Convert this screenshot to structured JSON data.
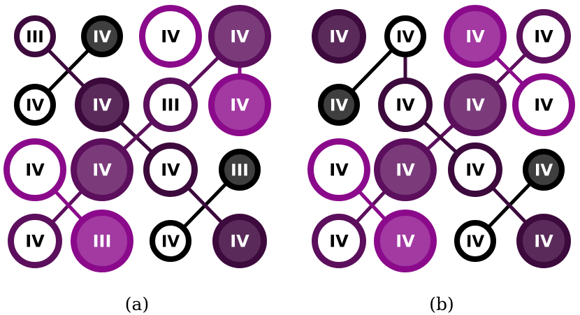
{
  "colors": {
    "black": "#000000",
    "dark_purple": "#3d0a3d",
    "mid_purple": "#5c0f5c",
    "light_purple": "#8b0a8b",
    "fill_dark": "#3f3f3f",
    "fill_darkplum": "#5a2b5a",
    "fill_plum": "#7b3b7b",
    "fill_pink": "#a23aa2",
    "white": "#ffffff"
  },
  "panels": [
    {
      "caption": "(a)",
      "nodes": [
        {
          "label": "III",
          "ring": "dark_purple",
          "fill": "white",
          "size": "s"
        },
        {
          "label": "IV",
          "ring": "black",
          "fill": "fill_dark",
          "size": "s"
        },
        {
          "label": "IV",
          "ring": "light_purple",
          "fill": "white",
          "size": "l"
        },
        {
          "label": "IV",
          "ring": "mid_purple",
          "fill": "fill_plum",
          "size": "l"
        },
        {
          "label": "IV",
          "ring": "black",
          "fill": "white",
          "size": "s"
        },
        {
          "label": "IV",
          "ring": "dark_purple",
          "fill": "fill_darkplum",
          "size": "m"
        },
        {
          "label": "III",
          "ring": "mid_purple",
          "fill": "white",
          "size": "m"
        },
        {
          "label": "IV",
          "ring": "light_purple",
          "fill": "fill_pink",
          "size": "l"
        },
        {
          "label": "IV",
          "ring": "light_purple",
          "fill": "white",
          "size": "l"
        },
        {
          "label": "IV",
          "ring": "mid_purple",
          "fill": "fill_plum",
          "size": "l"
        },
        {
          "label": "IV",
          "ring": "dark_purple",
          "fill": "white",
          "size": "m"
        },
        {
          "label": "III",
          "ring": "black",
          "fill": "fill_dark",
          "size": "s"
        },
        {
          "label": "IV",
          "ring": "mid_purple",
          "fill": "white",
          "size": "m"
        },
        {
          "label": "III",
          "ring": "light_purple",
          "fill": "fill_pink",
          "size": "l"
        },
        {
          "label": "IV",
          "ring": "black",
          "fill": "white",
          "size": "s"
        },
        {
          "label": "IV",
          "ring": "dark_purple",
          "fill": "fill_darkplum",
          "size": "m"
        }
      ]
    },
    {
      "caption": "(b)",
      "nodes": [
        {
          "label": "IV",
          "ring": "dark_purple",
          "fill": "fill_darkplum",
          "size": "m"
        },
        {
          "label": "IV",
          "ring": "black",
          "fill": "white",
          "size": "s"
        },
        {
          "label": "IV",
          "ring": "light_purple",
          "fill": "fill_pink",
          "size": "l"
        },
        {
          "label": "IV",
          "ring": "mid_purple",
          "fill": "white",
          "size": "m"
        },
        {
          "label": "IV",
          "ring": "black",
          "fill": "fill_dark",
          "size": "s"
        },
        {
          "label": "IV",
          "ring": "dark_purple",
          "fill": "white",
          "size": "m"
        },
        {
          "label": "IV",
          "ring": "mid_purple",
          "fill": "fill_plum",
          "size": "l"
        },
        {
          "label": "IV",
          "ring": "light_purple",
          "fill": "white",
          "size": "l"
        },
        {
          "label": "IV",
          "ring": "light_purple",
          "fill": "white",
          "size": "l"
        },
        {
          "label": "IV",
          "ring": "mid_purple",
          "fill": "fill_plum",
          "size": "l"
        },
        {
          "label": "IV",
          "ring": "dark_purple",
          "fill": "white",
          "size": "m"
        },
        {
          "label": "IV",
          "ring": "black",
          "fill": "fill_dark",
          "size": "s"
        },
        {
          "label": "IV",
          "ring": "mid_purple",
          "fill": "white",
          "size": "m"
        },
        {
          "label": "IV",
          "ring": "light_purple",
          "fill": "fill_pink",
          "size": "l"
        },
        {
          "label": "IV",
          "ring": "black",
          "fill": "white",
          "size": "s"
        },
        {
          "label": "IV",
          "ring": "dark_purple",
          "fill": "fill_darkplum",
          "size": "m"
        }
      ]
    }
  ]
}
